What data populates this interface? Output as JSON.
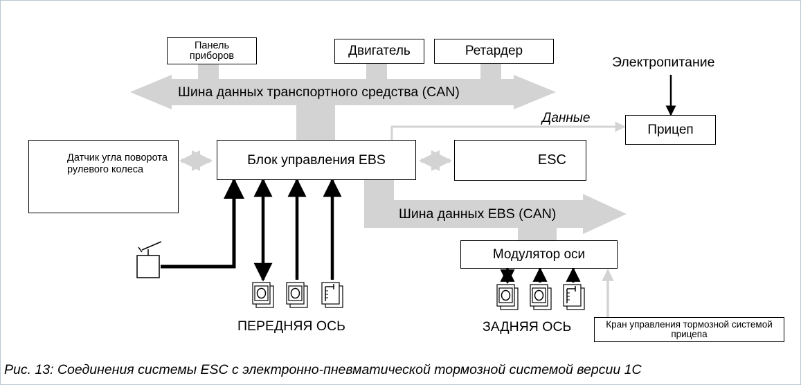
{
  "boxes": {
    "instrument_panel": "Панель приборов",
    "engine": "Двигатель",
    "retarder": "Ретардер",
    "ebs_control_unit": "Блок управления EBS",
    "steering_sensor": "Датчик угла поворота рулевого колеса",
    "esc": "ESC",
    "trailer": "Прицеп",
    "axle_modulator": "Модулятор оси",
    "trailer_valve": "Кран управления тормозной системой прицепа"
  },
  "buses": {
    "vehicle_can": "Шина данных транспортного средства (CAN)",
    "ebs_can": "Шина данных EBS (CAN)"
  },
  "labels": {
    "power_supply": "Электропитание",
    "data": "Данные",
    "front_axle": "ПЕРЕДНЯЯ ОСЬ",
    "rear_axle": "ЗАДНЯЯ ОСЬ"
  },
  "caption": "Рис. 13: Соединения системы ESC с электронно-пневматической тормозной системой версии 1C",
  "colors": {
    "bus_fill": "#d3d3d3",
    "line": "#000000",
    "frame_border": "#b9c6cf"
  }
}
